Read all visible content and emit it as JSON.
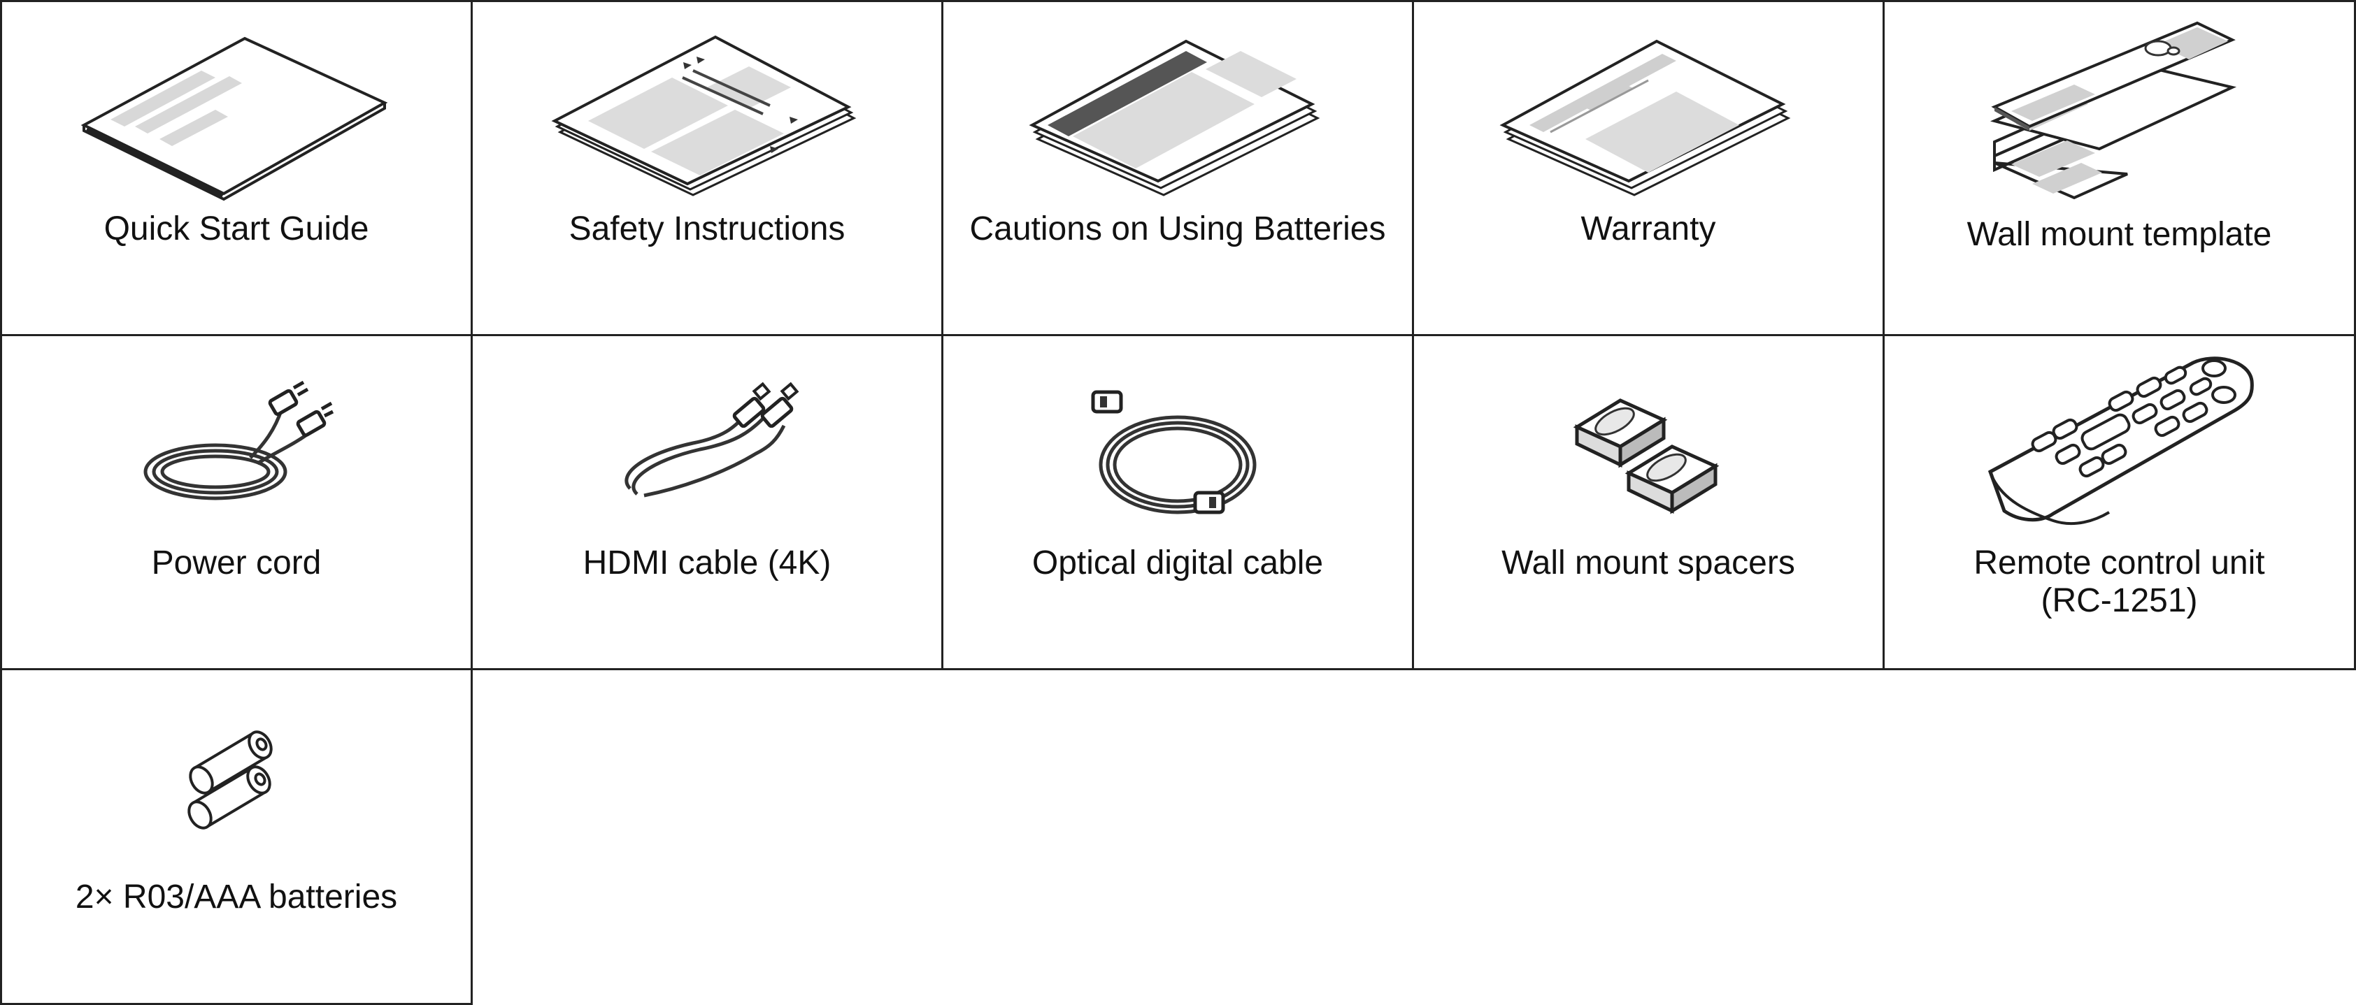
{
  "items": [
    {
      "label": "Quick Start Guide",
      "icon": "quick-start-guide-icon"
    },
    {
      "label": "Safety Instructions",
      "icon": "safety-instructions-icon"
    },
    {
      "label": "Cautions on Using Batteries",
      "icon": "battery-cautions-icon"
    },
    {
      "label": "Warranty",
      "icon": "warranty-icon"
    },
    {
      "label": "Wall mount template",
      "icon": "wall-mount-template-icon"
    },
    {
      "label": "Power cord",
      "icon": "power-cord-icon"
    },
    {
      "label": "HDMI cable (4K)",
      "icon": "hdmi-cable-icon"
    },
    {
      "label": "Optical digital cable",
      "icon": "optical-cable-icon"
    },
    {
      "label": "Wall mount spacers",
      "icon": "wall-mount-spacers-icon"
    },
    {
      "label": "Remote control unit\n(RC-1251)",
      "icon": "remote-control-icon"
    },
    {
      "label": "2× R03/AAA batteries",
      "icon": "batteries-icon"
    }
  ],
  "colors": {
    "border": "#222222",
    "line": "#333333",
    "fill_gray": "#dcdcdc"
  }
}
